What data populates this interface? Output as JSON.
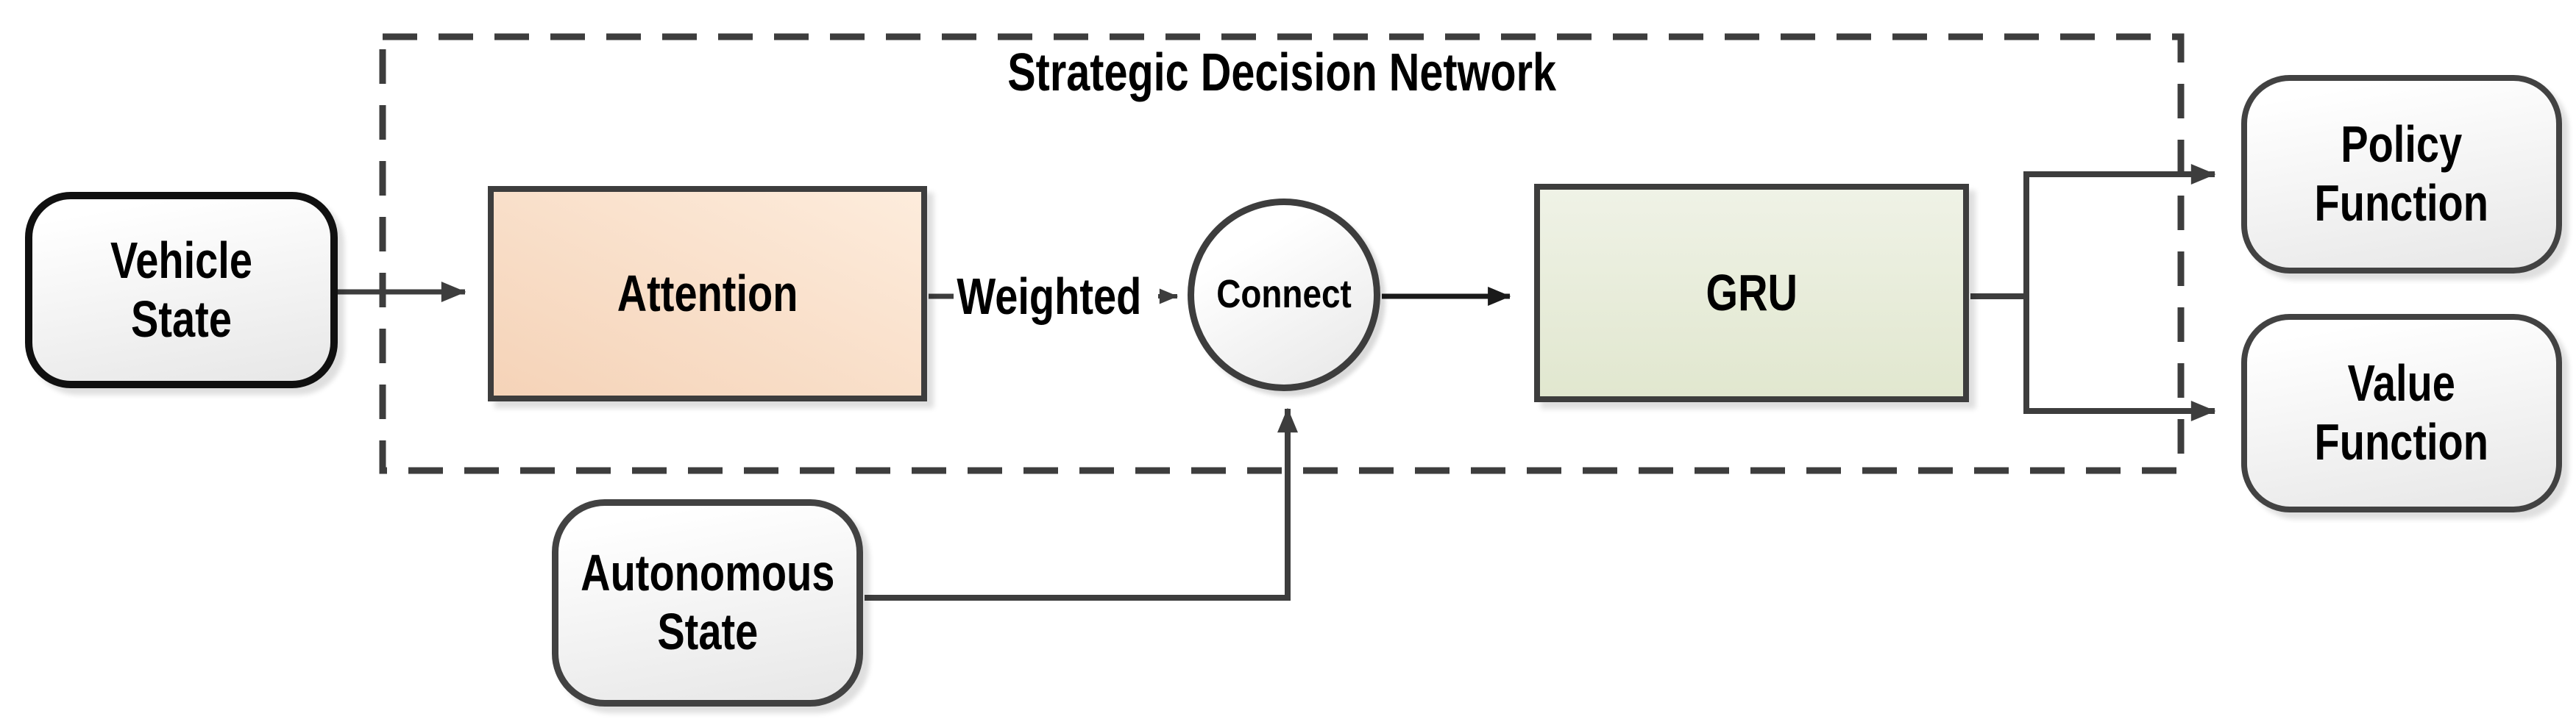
{
  "title": "Strategic Decision Network",
  "nodes": {
    "vehicle_state": {
      "label": "Vehicle State",
      "shape": "rounded-rect"
    },
    "attention": {
      "label": "Attention",
      "shape": "rect"
    },
    "connect": {
      "label": "Connect",
      "shape": "circle"
    },
    "gru": {
      "label": "GRU",
      "shape": "rect"
    },
    "policy_function": {
      "label": "Policy\nFunction",
      "shape": "rounded-rect"
    },
    "value_function": {
      "label": "Value\nFunction",
      "shape": "rounded-rect"
    },
    "autonomous_state": {
      "label": "Autonomous\nState",
      "shape": "rounded-rect"
    }
  },
  "edge_labels": {
    "weighted": "Weighted"
  },
  "edges": [
    {
      "from": "vehicle_state",
      "to": "attention",
      "arrow": true
    },
    {
      "from": "attention",
      "to": "connect",
      "arrow": true,
      "label": "Weighted"
    },
    {
      "from": "autonomous_state",
      "to": "connect",
      "arrow": true
    },
    {
      "from": "connect",
      "to": "gru",
      "arrow": true
    },
    {
      "from": "gru",
      "to": "policy_function",
      "arrow": true
    },
    {
      "from": "gru",
      "to": "value_function",
      "arrow": true
    }
  ],
  "colors": {
    "line": "#3d3d3d",
    "border_dark": "#424242",
    "border_black": "#101010",
    "attention_fill_top": "#fdecdc",
    "attention_fill_bottom": "#f5d3b8",
    "gru_fill_top": "#eff2e6",
    "gru_fill_bottom": "#e1e7cf",
    "node_fill_top": "#ffffff",
    "node_fill_bottom": "#e7e7e7",
    "text": "#000000",
    "background": "#ffffff"
  }
}
